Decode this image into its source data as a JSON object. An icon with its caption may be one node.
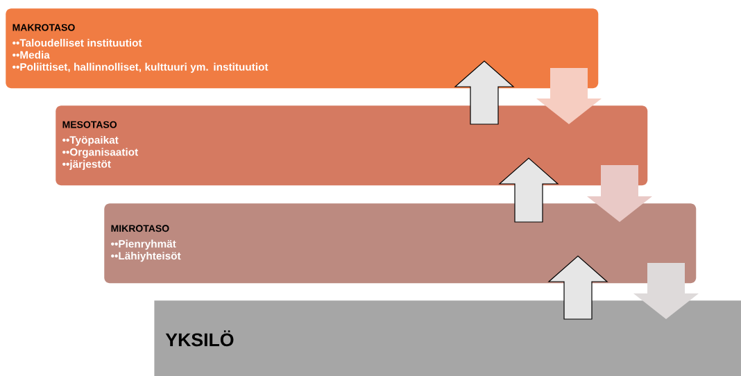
{
  "diagram": {
    "nodes": [
      {
        "text": [
          "MAKROTASO",
          "••Taloudelliset instituutiot",
          "••Media",
          "••Poliittiset, hallinnolliset, kulttuuri ym. instituutiot"
        ]
      },
      {
        "text": [
          "MESOTASO",
          "••Työpaikat",
          "••Organisaatiot",
          "••järjestöt"
        ]
      },
      {
        "text": [
          "MIKROTASO",
          "••Pienryhmät",
          "••Lähiyhteisöt"
        ]
      },
      {
        "text": [
          "YKSILÖ"
        ]
      }
    ],
    "edges": [
      {
        "from": 1,
        "to": 0,
        "arrow": "to"
      },
      {
        "from": 0,
        "to": 1,
        "arrow": "to",
        "color": "#f6cdc1"
      },
      {
        "from": 2,
        "to": 1,
        "arrow": "to"
      },
      {
        "from": 1,
        "to": 2,
        "arrow": "to",
        "color": "#e9c9c6"
      },
      {
        "from": 3,
        "to": 2,
        "arrow": "to"
      },
      {
        "from": 2,
        "to": 3,
        "arrow": "to",
        "color": "#dedada"
      }
    ]
  }
}
